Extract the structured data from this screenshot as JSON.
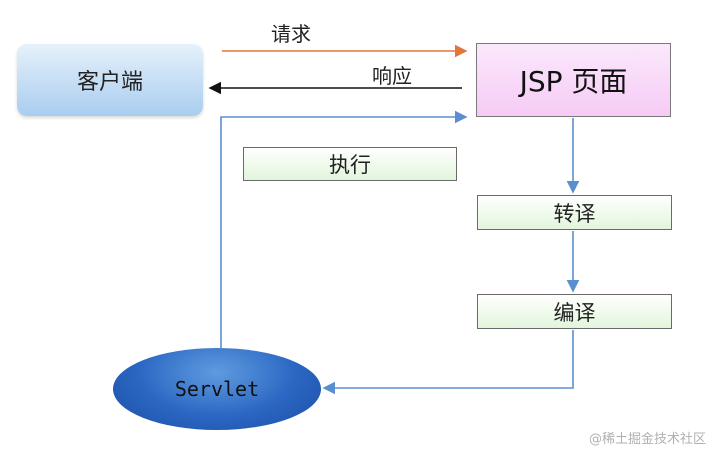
{
  "nodes": {
    "client": "客户端",
    "jsp_page": "JSP 页面",
    "execute": "执行",
    "translate": "转译",
    "compile": "编译",
    "servlet": "Servlet"
  },
  "edges": {
    "request": "请求",
    "response": "响应"
  },
  "colors": {
    "request_arrow": "#e0763a",
    "response_arrow": "#111111",
    "flow_arrow": "#5a8fcf"
  },
  "watermark": "@稀土掘金技术社区"
}
